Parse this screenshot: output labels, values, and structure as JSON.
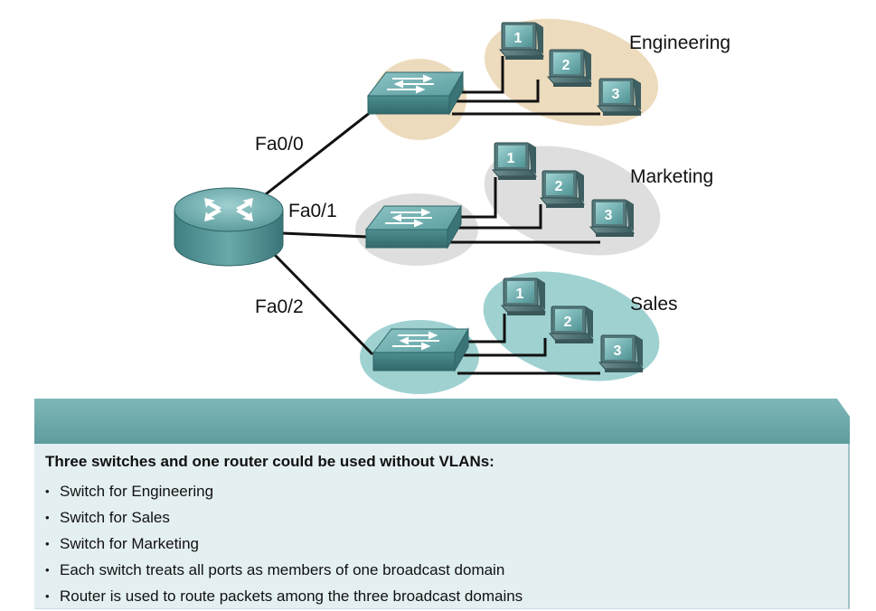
{
  "colors": {
    "engineering": "#eddbbd",
    "marketing": "#dedede",
    "sales": "#9fd1d1",
    "device_teal": "#4a8d8f",
    "panel_header": "#6ea8aa",
    "panel_body": "#e4eff2"
  },
  "icons": {
    "router": "router-icon",
    "switch": "switch-icon",
    "pc": "pc-icon"
  },
  "diagram": {
    "router": {
      "interfaces": [
        "Fa0/0",
        "Fa0/1",
        "Fa0/2"
      ]
    },
    "groups": [
      {
        "key": "engineering",
        "name": "Engineering",
        "pcs": [
          "1",
          "2",
          "3"
        ]
      },
      {
        "key": "marketing",
        "name": "Marketing",
        "pcs": [
          "1",
          "2",
          "3"
        ]
      },
      {
        "key": "sales",
        "name": "Sales",
        "pcs": [
          "1",
          "2",
          "3"
        ]
      }
    ]
  },
  "info": {
    "title": "Three switches and one router could be used without VLANs:",
    "bullet_glyph": "•",
    "items": [
      "Switch for Engineering",
      "Switch for Sales",
      "Switch for Marketing",
      "Each switch treats all ports as members of one broadcast domain",
      "Router is used to route packets among the three broadcast domains"
    ]
  }
}
